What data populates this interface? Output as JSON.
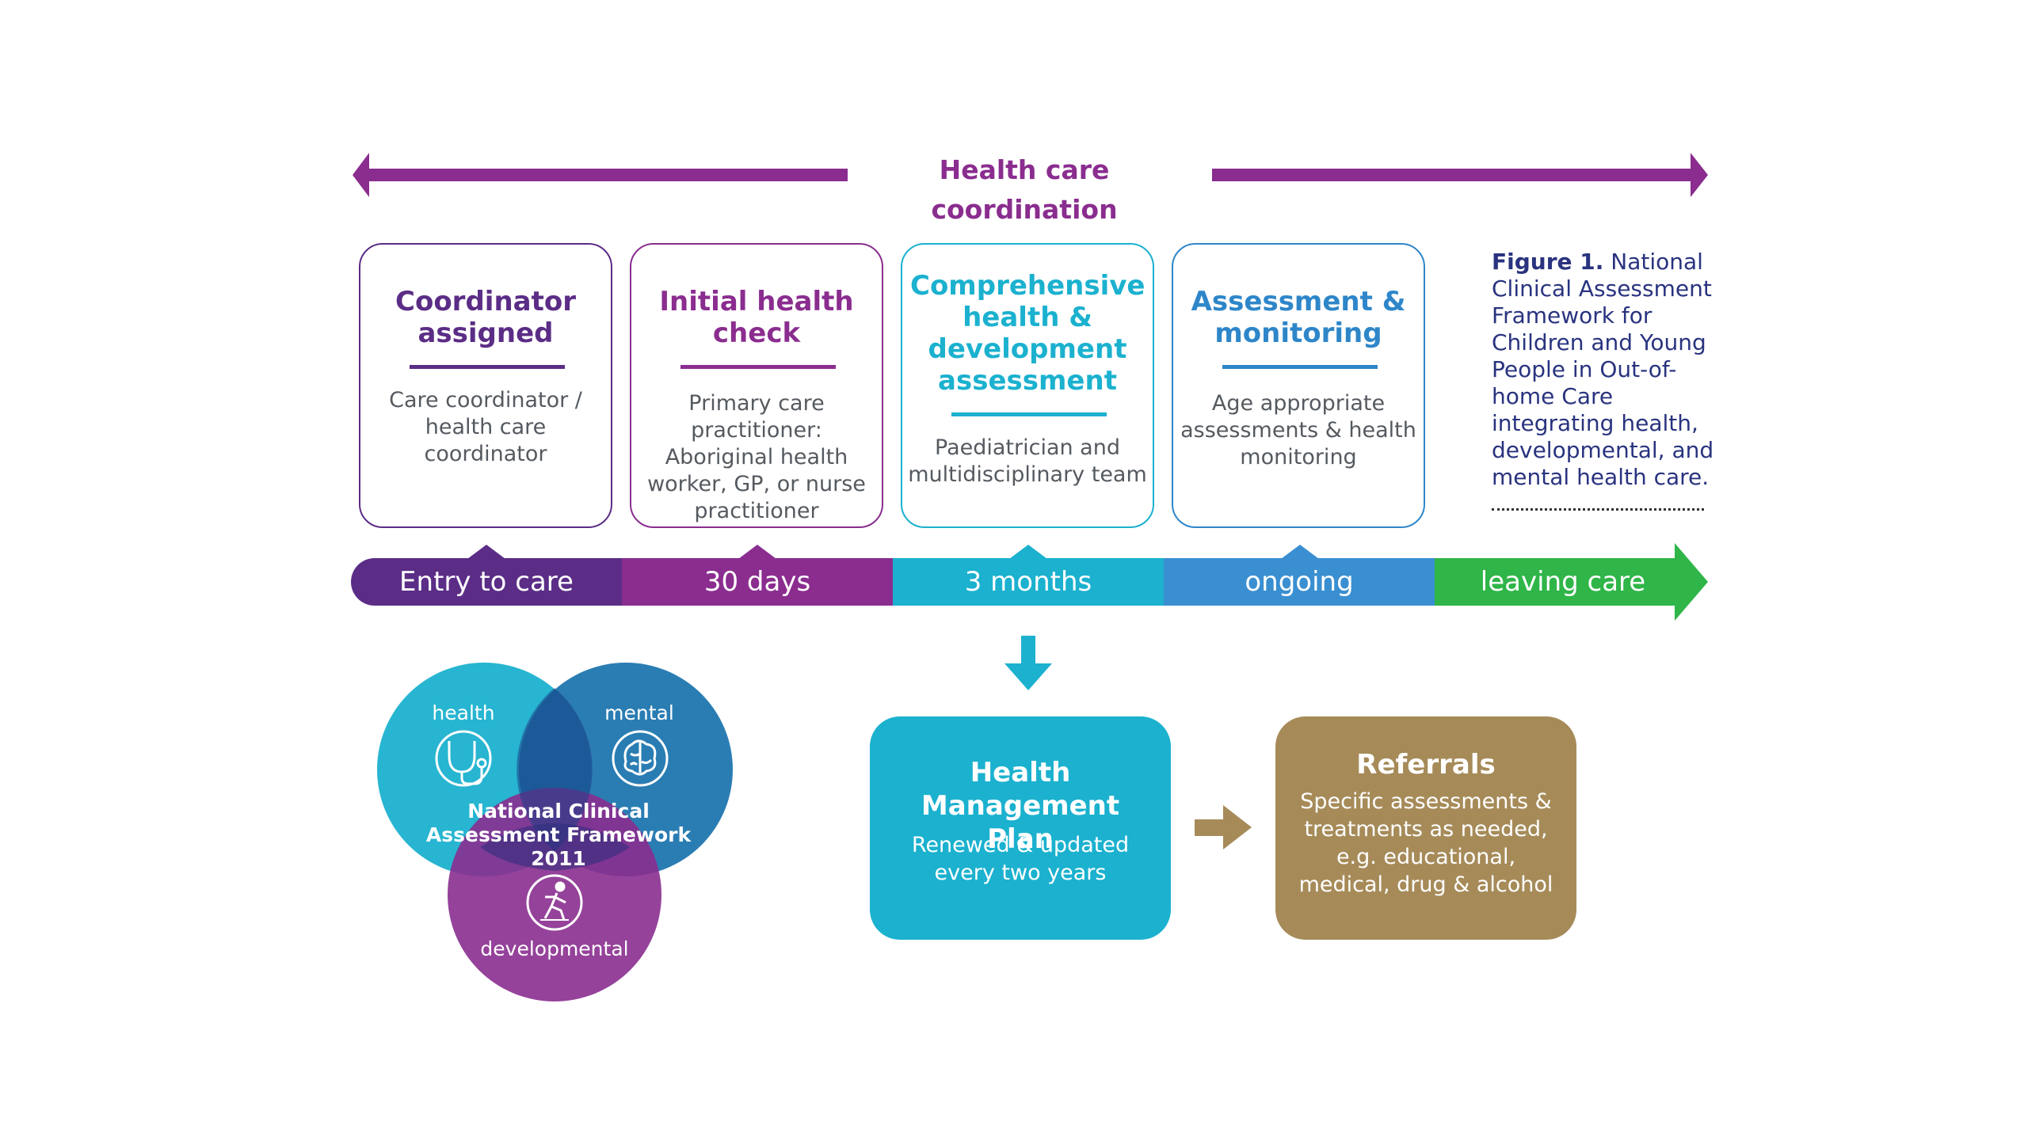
{
  "coordination": {
    "label": "Health care coordination",
    "color": "#8a2d8f"
  },
  "stages": [
    {
      "title": "Coordinator assigned",
      "description": "Care coordinator / health care coordinator",
      "color": "#5b2d86"
    },
    {
      "title": "Initial health check",
      "description": "Primary care practitioner: Aboriginal health worker, GP, or nurse practitioner",
      "color": "#8a2d8f"
    },
    {
      "title": "Comprehensive health & development assessment",
      "description": "Paediatrician and multidisciplinary team",
      "color": "#1bb1cf"
    },
    {
      "title": "Assessment & monitoring",
      "description": "Age appropriate assessments & health monitoring",
      "color": "#2e86c9"
    }
  ],
  "timeline": [
    {
      "label": "Entry to care",
      "color": "#5b2d86"
    },
    {
      "label": "30 days",
      "color": "#8a2d8f"
    },
    {
      "label": "3 months",
      "color": "#1bb1cf"
    },
    {
      "label": "ongoing",
      "color": "#3a8fd1"
    },
    {
      "label": "leaving care",
      "color": "#2fb548"
    }
  ],
  "caption": {
    "label": "Figure 1.",
    "text": "National Clinical Assessment Framework for Children and Young People in Out-of-home Care integrating health, developmental, and mental health care."
  },
  "venn": {
    "health": "health",
    "mental": "mental",
    "developmental": "developmental",
    "center": "National Clinical Assessment Framework 2011",
    "icons": [
      "stethoscope-icon",
      "brain-icon",
      "runner-icon"
    ],
    "colors": {
      "health": "#1bb1cf",
      "mental": "#1a73ad",
      "developmental": "#8a2d8f"
    }
  },
  "plan": {
    "title": "Health Management Plan",
    "description": "Renewed & updated every two years",
    "color": "#1bb1cf"
  },
  "referrals": {
    "title": "Referrals",
    "description": "Specific assessments & treatments as needed, e.g. educational, medical, drug & alcohol",
    "color": "#a68b59"
  }
}
